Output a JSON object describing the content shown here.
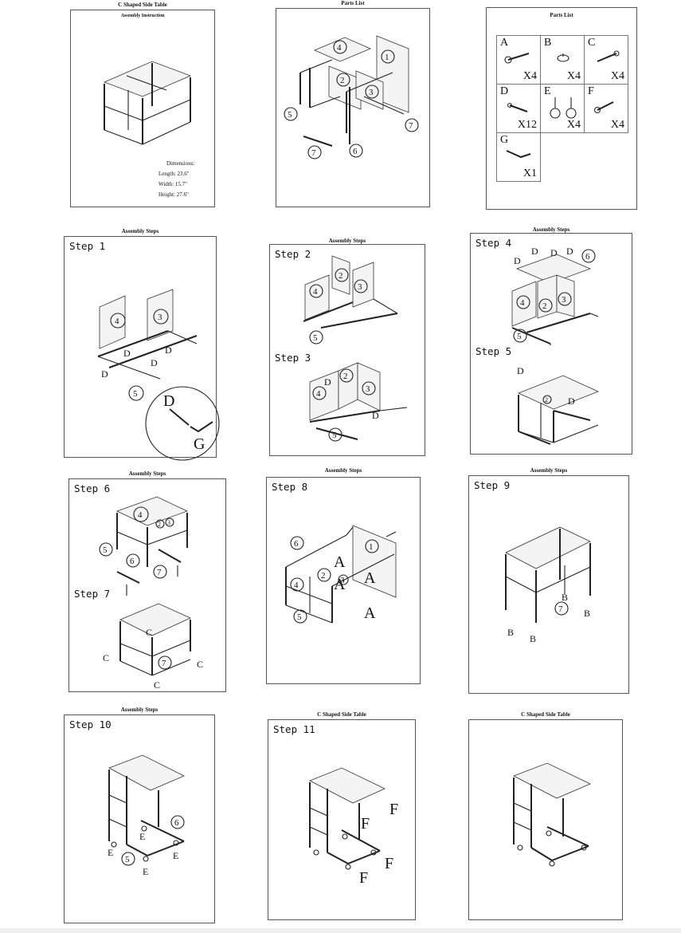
{
  "cover": {
    "title": "C Shaped Side Table",
    "subtitle": "Assembly Instruction",
    "dims_title": "Dimensions:",
    "length": "Length: 23.6\"",
    "width": "Width: 15.7\"",
    "height": "Height: 27.6\""
  },
  "parts_list": {
    "title": "Parts List",
    "numbers": [
      "1",
      "2",
      "3",
      "4",
      "5",
      "6",
      "7"
    ]
  },
  "hardware": {
    "title": "Parts List",
    "cells": [
      {
        "letter": "A",
        "qty": "X4"
      },
      {
        "letter": "B",
        "qty": "X4"
      },
      {
        "letter": "C",
        "qty": "X4"
      },
      {
        "letter": "D",
        "qty": "X12"
      },
      {
        "letter": "E",
        "qty": "X4"
      },
      {
        "letter": "F",
        "qty": "X4"
      },
      {
        "letter": "G",
        "qty": "X1"
      }
    ]
  },
  "captions": {
    "assembly": "Assembly Steps",
    "product": "C Shaped Side Table"
  },
  "steps": {
    "s1": "Step 1",
    "s2": "Step 2",
    "s3": "Step 3",
    "s4": "Step 4",
    "s5": "Step 5",
    "s6": "Step 6",
    "s7": "Step 7",
    "s8": "Step 8",
    "s9": "Step 9",
    "s10": "Step 10",
    "s11": "Step 11"
  },
  "labels": {
    "A": "A",
    "B": "B",
    "C": "C",
    "D": "D",
    "E": "E",
    "F": "F",
    "G": "G",
    "n1": "1",
    "n2": "2",
    "n3": "3",
    "n4": "4",
    "n5": "5",
    "n6": "6",
    "n7": "7"
  }
}
